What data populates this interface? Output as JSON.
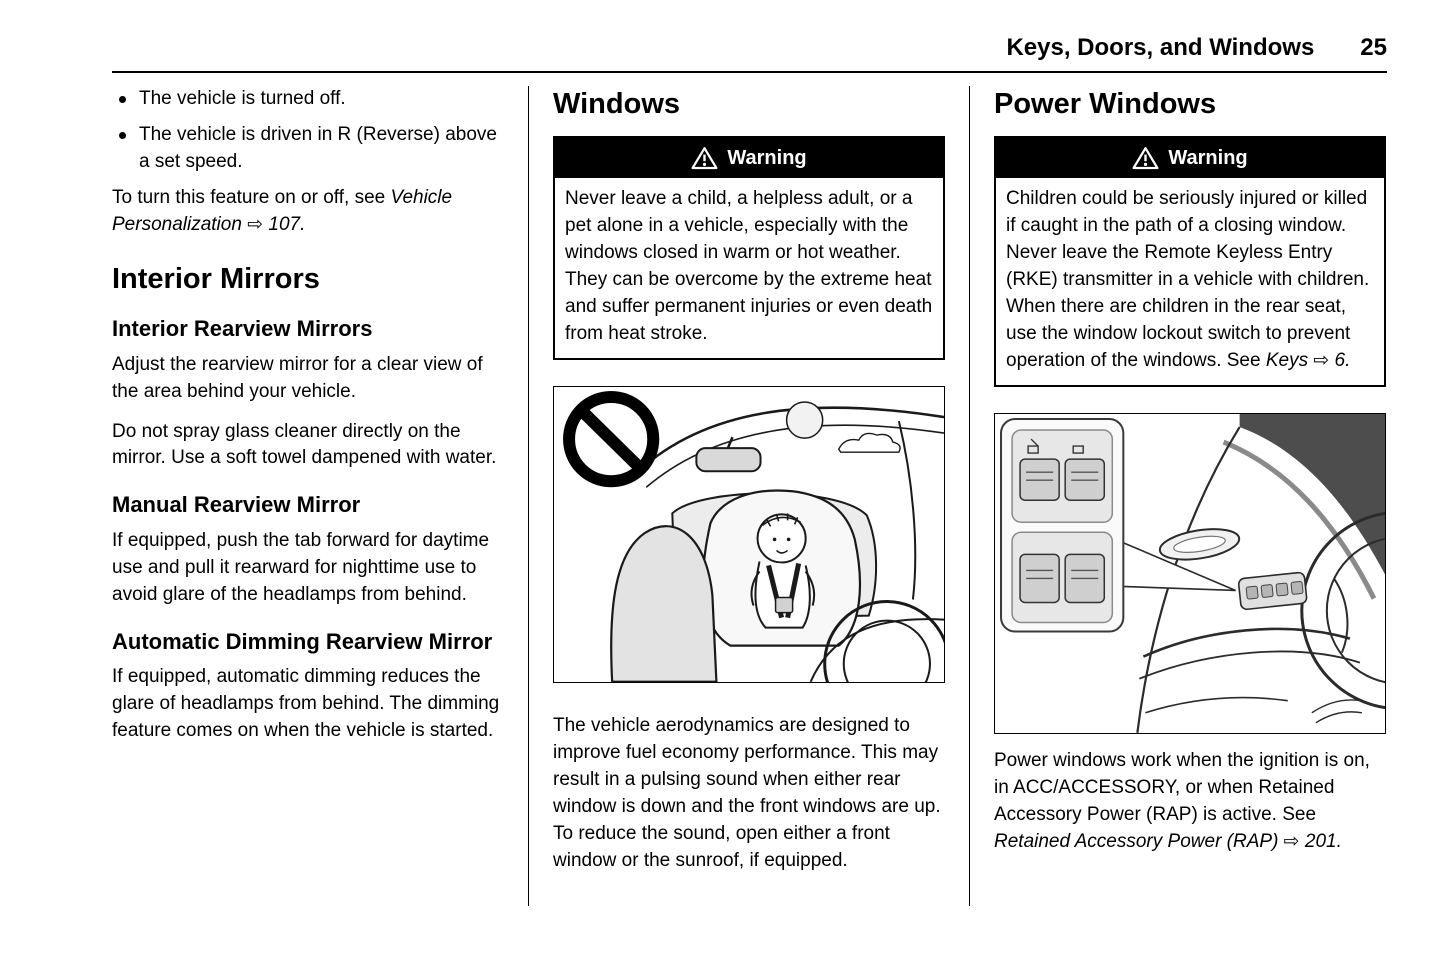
{
  "header": {
    "title": "Keys, Doors, and Windows",
    "page_number": "25"
  },
  "warning_label": "Warning",
  "col1": {
    "bullets": [
      "The vehicle is turned off.",
      "The vehicle is driven in R (Reverse) above a set speed."
    ],
    "personalization_text": "To turn this feature on or off, see ",
    "personalization_ref": "Vehicle Personalization ⇨ 107.",
    "interior_mirrors_heading": "Interior Mirrors",
    "interior_rearview_heading": "Interior Rearview Mirrors",
    "interior_rearview_p1": "Adjust the rearview mirror for a clear view of the area behind your vehicle.",
    "interior_rearview_p2": "Do not spray glass cleaner directly on the mirror. Use a soft towel dampened with water.",
    "manual_rearview_heading": "Manual Rearview Mirror",
    "manual_rearview_p": "If equipped, push the tab forward for daytime use and pull it rearward for nighttime use to avoid glare of the headlamps from behind.",
    "auto_dimming_heading": "Automatic Dimming Rearview Mirror",
    "auto_dimming_p": "If equipped, automatic dimming reduces the glare of headlamps from behind. The dimming feature comes on when the vehicle is started."
  },
  "col2": {
    "heading": "Windows",
    "warning_body": "Never leave a child, a helpless adult, or a pet alone in a vehicle, especially with the windows closed in warm or hot weather. They can be overcome by the extreme heat and suffer permanent injuries or even death from heat stroke.",
    "aero_p": "The vehicle aerodynamics are designed to improve fuel economy performance. This may result in a pulsing sound when either rear window is down and the front windows are up. To reduce the sound, open either a front window or the sunroof, if equipped."
  },
  "col3": {
    "heading": "Power Windows",
    "warning_body": "Children could be seriously injured or killed if caught in the path of a closing window. Never leave the Remote Keyless Entry (RKE) transmitter in a vehicle with children. When there are children in the rear seat, use the window lockout switch to prevent operation of the windows. See ",
    "warning_ref": "Keys ⇨ 6.",
    "power_p": "Power windows work when the ignition is on, in ACC/ACCESSORY, or when Retained Accessory Power (RAP) is active. See ",
    "power_ref": "Retained Accessory Power (RAP) ⇨ 201."
  }
}
